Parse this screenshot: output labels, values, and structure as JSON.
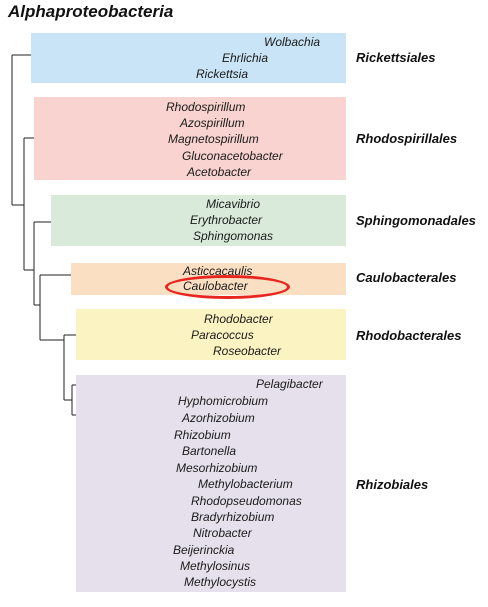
{
  "title": "Alphaproteobacteria",
  "groups": [
    {
      "order": "Rickettsiales",
      "color": "#c8e4f6",
      "genera": [
        "Wolbachia",
        "Ehrlichia",
        "Rickettsia"
      ]
    },
    {
      "order": "Rhodospirillales",
      "color": "#f8d3cf",
      "genera": [
        "Rhodospirillum",
        "Azospirillum",
        "Magnetospirillum",
        "Gluconacetobacter",
        "Acetobacter"
      ]
    },
    {
      "order": "Sphingomonadales",
      "color": "#d9eadb",
      "genera": [
        "Micavibrio",
        "Erythrobacter",
        "Sphingomonas"
      ]
    },
    {
      "order": "Caulobacterales",
      "color": "#fbdfc3",
      "genera": [
        "Asticcacaulis",
        "Caulobacter"
      ]
    },
    {
      "order": "Rhodobacterales",
      "color": "#fcf3c2",
      "genera": [
        "Rhodobacter",
        "Paracoccus",
        "Roseobacter"
      ]
    },
    {
      "order": "Rhizobiales",
      "color": "#e6e0ec",
      "genera": [
        "Pelagibacter",
        "Hyphomicrobium",
        "Azorhizobium",
        "Rhizobium",
        "Bartonella",
        "Mesorhizobium",
        "Methylobacterium",
        "Rhodopseudomonas",
        "Bradyrhizobium",
        "Nitrobacter",
        "Beijerinckia",
        "Methylosinus",
        "Methylocystis"
      ]
    }
  ],
  "highlight": {
    "genus": "Caulobacter",
    "color": "#e8251f"
  },
  "line_color": "#222222"
}
